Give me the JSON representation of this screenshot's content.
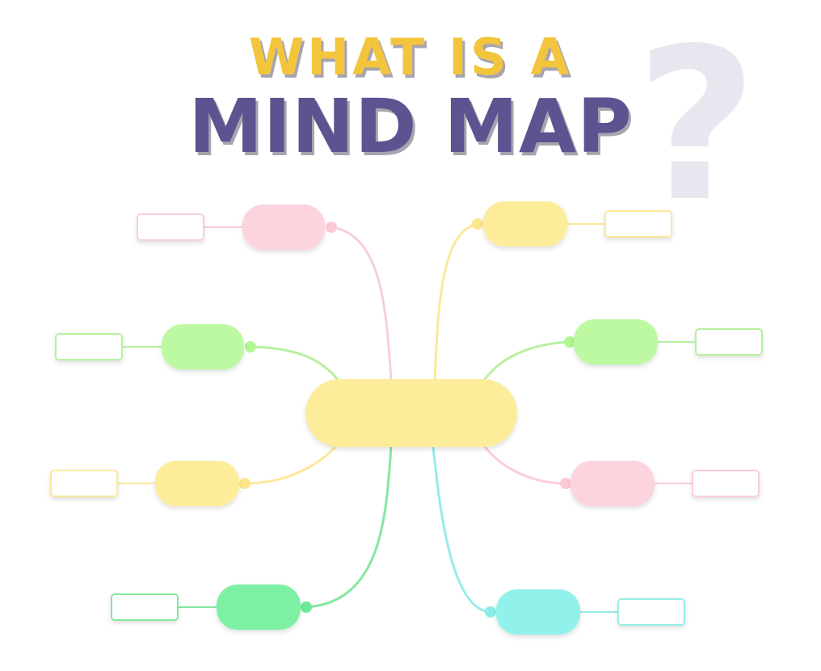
{
  "title": {
    "line1": "WHAT IS A",
    "line2": "MIND MAP",
    "mark": "?"
  },
  "colors": {
    "title_line1": "#f2c53d",
    "title_line2": "#5b5290",
    "question_mark": "#e8e7ef",
    "center_fill": "#fdec9a",
    "pink": "#fdd3de",
    "pink_line": "#f9cfd9",
    "yellow": "#fdec9a",
    "yellow_line": "#fbe89a",
    "lightgreen": "#bdf9a2",
    "lightgreen_line": "#b8f0a0",
    "green": "#7ef0a4",
    "green_line": "#86e7a0",
    "cyan": "#93f1ec",
    "cyan_line": "#97ece8"
  },
  "central_topic": {
    "label": "",
    "color": "yellow"
  },
  "branches": [
    {
      "id": "top-left",
      "side": "left",
      "color": "pink",
      "label": "",
      "leaf_label": ""
    },
    {
      "id": "mid-left",
      "side": "left",
      "color": "lightgreen",
      "label": "",
      "leaf_label": ""
    },
    {
      "id": "lower-left",
      "side": "left",
      "color": "yellow",
      "label": "",
      "leaf_label": ""
    },
    {
      "id": "bottom-left",
      "side": "left",
      "color": "green",
      "label": "",
      "leaf_label": ""
    },
    {
      "id": "top-right",
      "side": "right",
      "color": "yellow",
      "label": "",
      "leaf_label": ""
    },
    {
      "id": "mid-right",
      "side": "right",
      "color": "lightgreen",
      "label": "",
      "leaf_label": ""
    },
    {
      "id": "lower-right",
      "side": "right",
      "color": "pink",
      "label": "",
      "leaf_label": ""
    },
    {
      "id": "bottom-right",
      "side": "right",
      "color": "cyan",
      "label": "",
      "leaf_label": ""
    }
  ]
}
